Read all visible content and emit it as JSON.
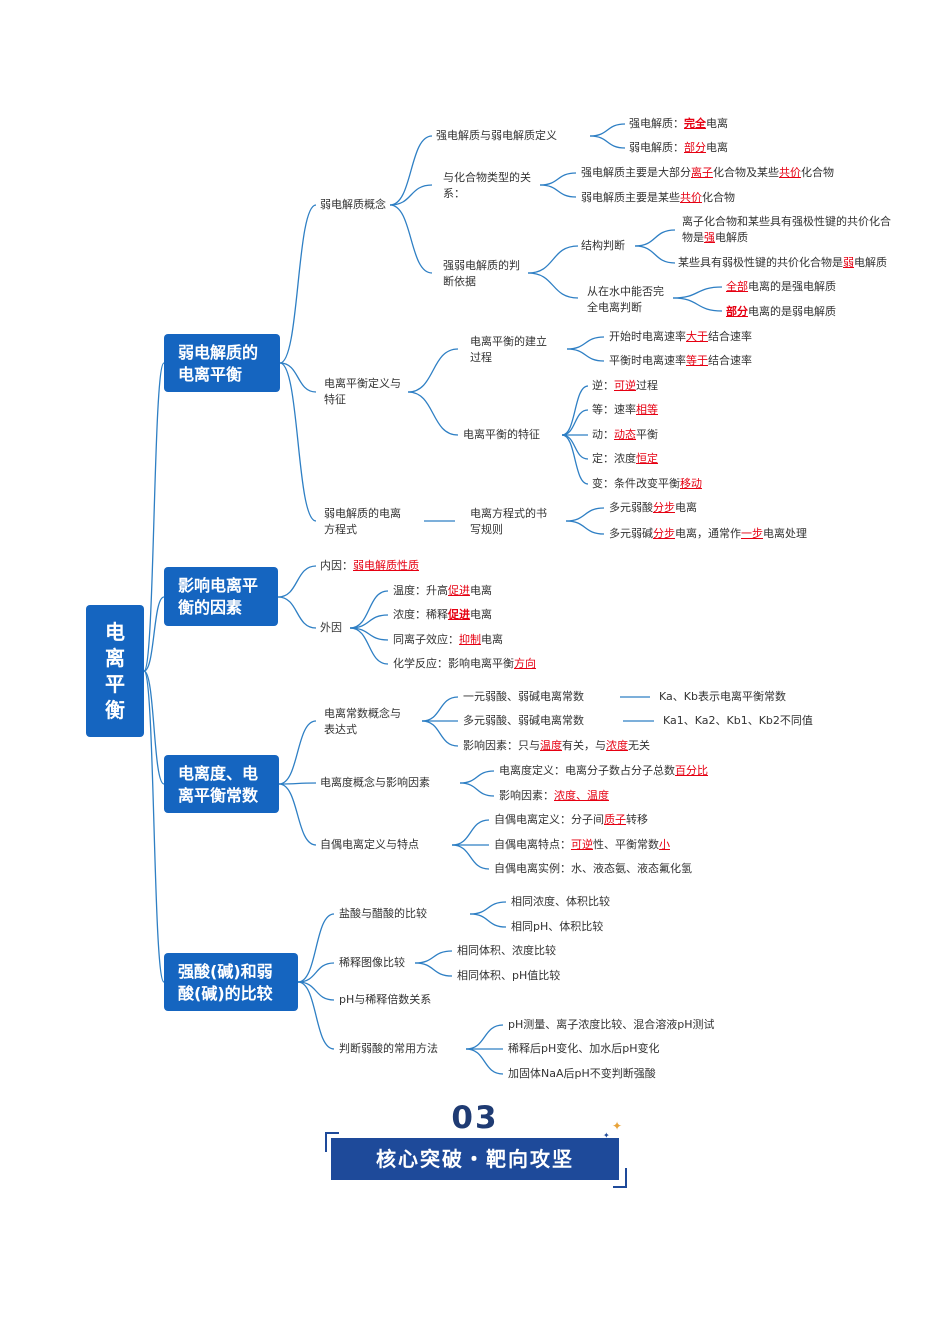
{
  "root": {
    "chars": [
      "电",
      "离",
      "平",
      "衡"
    ]
  },
  "branches": [
    "弱电解质的电离平衡",
    "影响电离平衡的因素",
    "电离度、电离平衡常数",
    "强酸(碱)和弱酸(碱)的比较"
  ],
  "nodes": {
    "n1": [
      {
        "t": "弱电解质概念"
      }
    ],
    "n2": [
      {
        "t": "强电解质与弱电解质定义"
      }
    ],
    "n3": [
      {
        "t": "强电解质："
      },
      {
        "t": "完全",
        "h": 2
      },
      {
        "t": "电离"
      }
    ],
    "n4": [
      {
        "t": "弱电解质："
      },
      {
        "t": "部分",
        "h": 1
      },
      {
        "t": "电离"
      }
    ],
    "n5": [
      {
        "t": "与化合物类型的关系："
      }
    ],
    "n6": [
      {
        "t": "强电解质主要是大部分"
      },
      {
        "t": "离子",
        "h": 1
      },
      {
        "t": "化合物及某些"
      },
      {
        "t": "共价",
        "h": 1
      },
      {
        "t": "化合物"
      }
    ],
    "n7": [
      {
        "t": "弱电解质主要是某些"
      },
      {
        "t": "共价",
        "h": 1
      },
      {
        "t": "化合物"
      }
    ],
    "n8": [
      {
        "t": "强弱电解质的判断依据"
      }
    ],
    "n9": [
      {
        "t": "结构判断"
      }
    ],
    "n10": [
      {
        "t": "离子化合物和某些具有强极性键的共价化合物是"
      },
      {
        "t": "强",
        "h": 1
      },
      {
        "t": "电解质"
      }
    ],
    "n11": [
      {
        "t": "某些具有弱极性键的共价化合物是"
      },
      {
        "t": "弱",
        "h": 1
      },
      {
        "t": "电解质"
      }
    ],
    "n12": [
      {
        "t": "从在水中能否完全电离判断"
      }
    ],
    "n13": [
      {
        "t": "全部",
        "h": 1
      },
      {
        "t": "电离的是强电解质"
      }
    ],
    "n14": [
      {
        "t": "部分",
        "h": 2
      },
      {
        "t": "电离的是弱电解质"
      }
    ],
    "n15": [
      {
        "t": "电离平衡定义与特征"
      }
    ],
    "n16": [
      {
        "t": "电离平衡的建立过程"
      }
    ],
    "n17": [
      {
        "t": "开始时电离速率"
      },
      {
        "t": "大于",
        "h": 1
      },
      {
        "t": "结合速率"
      }
    ],
    "n18": [
      {
        "t": "平衡时电离速率"
      },
      {
        "t": "等于",
        "h": 1
      },
      {
        "t": "结合速率"
      }
    ],
    "n19": [
      {
        "t": "电离平衡的特征"
      }
    ],
    "n20": [
      {
        "t": "逆："
      },
      {
        "t": "可逆",
        "h": 1
      },
      {
        "t": "过程"
      }
    ],
    "n21": [
      {
        "t": "等：速率"
      },
      {
        "t": "相等",
        "h": 1
      }
    ],
    "n22": [
      {
        "t": "动："
      },
      {
        "t": "动态",
        "h": 1
      },
      {
        "t": "平衡"
      }
    ],
    "n23": [
      {
        "t": "定：浓度"
      },
      {
        "t": "恒定",
        "h": 1
      }
    ],
    "n24": [
      {
        "t": "变：条件改变平衡"
      },
      {
        "t": "移动",
        "h": 1
      }
    ],
    "n25": [
      {
        "t": "弱电解质的电离方程式"
      }
    ],
    "n26": [
      {
        "t": "电离方程式的书写规则"
      }
    ],
    "n27": [
      {
        "t": "多元弱酸"
      },
      {
        "t": "分步",
        "h": 1
      },
      {
        "t": "电离"
      }
    ],
    "n28": [
      {
        "t": "多元弱碱"
      },
      {
        "t": "分步",
        "h": 1
      },
      {
        "t": "电离，通常作"
      },
      {
        "t": "一步",
        "h": 1
      },
      {
        "t": "电离处理"
      }
    ],
    "n29": [
      {
        "t": "内因："
      },
      {
        "t": "弱电解质性质",
        "h": 1
      }
    ],
    "n30": [
      {
        "t": "外因"
      }
    ],
    "n31": [
      {
        "t": "温度：升高"
      },
      {
        "t": "促进",
        "h": 1
      },
      {
        "t": "电离"
      }
    ],
    "n32": [
      {
        "t": "浓度：稀释"
      },
      {
        "t": "促进",
        "h": 2
      },
      {
        "t": "电离"
      }
    ],
    "n33": [
      {
        "t": "同离子效应："
      },
      {
        "t": "抑制",
        "h": 1
      },
      {
        "t": "电离"
      }
    ],
    "n34": [
      {
        "t": "化学反应：影响电离平衡"
      },
      {
        "t": "方向",
        "h": 1
      }
    ],
    "n35": [
      {
        "t": "电离常数概念与表达式"
      }
    ],
    "n36": [
      {
        "t": "一元弱酸、弱碱电离常数"
      }
    ],
    "n37": [
      {
        "t": "Ka、Kb表示电离平衡常数"
      }
    ],
    "n38": [
      {
        "t": "多元弱酸、弱碱电离常数"
      }
    ],
    "n39": [
      {
        "t": "Ka1、Ka2、Kb1、Kb2不同值"
      }
    ],
    "n40": [
      {
        "t": "影响因素：只与"
      },
      {
        "t": "温度",
        "h": 1
      },
      {
        "t": "有关，与"
      },
      {
        "t": "浓度",
        "h": 1
      },
      {
        "t": "无关"
      }
    ],
    "n41": [
      {
        "t": "电离度概念与影响因素"
      }
    ],
    "n42": [
      {
        "t": "电离度定义：电离分子数占分子总数"
      },
      {
        "t": "百分比",
        "h": 1
      }
    ],
    "n43": [
      {
        "t": "影响因素："
      },
      {
        "t": "浓度、温度",
        "h": 1
      }
    ],
    "n44": [
      {
        "t": "自偶电离定义与特点"
      }
    ],
    "n45": [
      {
        "t": "自偶电离定义：分子间"
      },
      {
        "t": "质子",
        "h": 1
      },
      {
        "t": "转移"
      }
    ],
    "n46": [
      {
        "t": "自偶电离特点："
      },
      {
        "t": "可逆",
        "h": 1
      },
      {
        "t": "性、平衡常数"
      },
      {
        "t": "小",
        "h": 1
      }
    ],
    "n47": [
      {
        "t": "自偶电离实例：水、液态氨、液态氟化氢"
      }
    ],
    "n48": [
      {
        "t": "盐酸与醋酸的比较"
      }
    ],
    "n49": [
      {
        "t": "相同浓度、体积比较"
      }
    ],
    "n50": [
      {
        "t": "相同pH、体积比较"
      }
    ],
    "n51": [
      {
        "t": "稀释图像比较"
      }
    ],
    "n52": [
      {
        "t": "相同体积、浓度比较"
      }
    ],
    "n53": [
      {
        "t": "相同体积、pH值比较"
      }
    ],
    "n54": [
      {
        "t": "pH与稀释倍数关系"
      }
    ],
    "n55": [
      {
        "t": "判断弱酸的常用方法"
      }
    ],
    "n56": [
      {
        "t": "pH测量、离子浓度比较、混合溶液pH测试"
      }
    ],
    "n57": [
      {
        "t": "稀释后pH变化、加水后pH变化"
      }
    ],
    "n58": [
      {
        "t": "加固体NaA后pH不变判断强酸"
      }
    ]
  },
  "banner": {
    "number": "03",
    "title": "核心突破・靶向攻坚"
  },
  "colors": {
    "accent": "#1565c0",
    "link": "#2e7fc4",
    "highlight": "#e60012",
    "banner": "#1e4a9a"
  }
}
